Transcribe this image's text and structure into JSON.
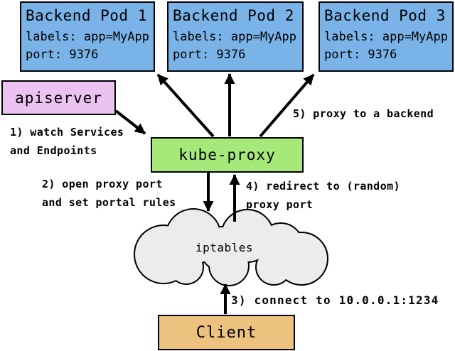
{
  "pods": [
    {
      "title": "Backend Pod 1",
      "labels_line": "labels: app=MyApp",
      "port_line": "port: 9376"
    },
    {
      "title": "Backend Pod 2",
      "labels_line": "labels: app=MyApp",
      "port_line": "port: 9376"
    },
    {
      "title": "Backend Pod 3",
      "labels_line": "labels: app=MyApp",
      "port_line": "port: 9376"
    }
  ],
  "apiserver": {
    "title": "apiserver"
  },
  "kube_proxy": {
    "title": "kube-proxy"
  },
  "iptables": {
    "title": "iptables"
  },
  "client": {
    "title": "Client"
  },
  "steps": {
    "s1": {
      "line1": "1) watch Services",
      "line2": "and Endpoints"
    },
    "s2": {
      "line1": "2) open proxy port",
      "line2": "and set portal rules"
    },
    "s3": {
      "line1": "3) connect to 10.0.0.1:1234"
    },
    "s4": {
      "line1": "4) redirect to (random)",
      "line2": "proxy port"
    },
    "s5": {
      "line1": "5) proxy to a backend"
    }
  },
  "colors": {
    "pod_fill": "#79b3e8",
    "apiserver_fill": "#ecc2f1",
    "kube_proxy_fill": "#a6e87a",
    "client_fill": "#edc27f",
    "cloud_fill": "#ececec",
    "outline": "#000000"
  }
}
